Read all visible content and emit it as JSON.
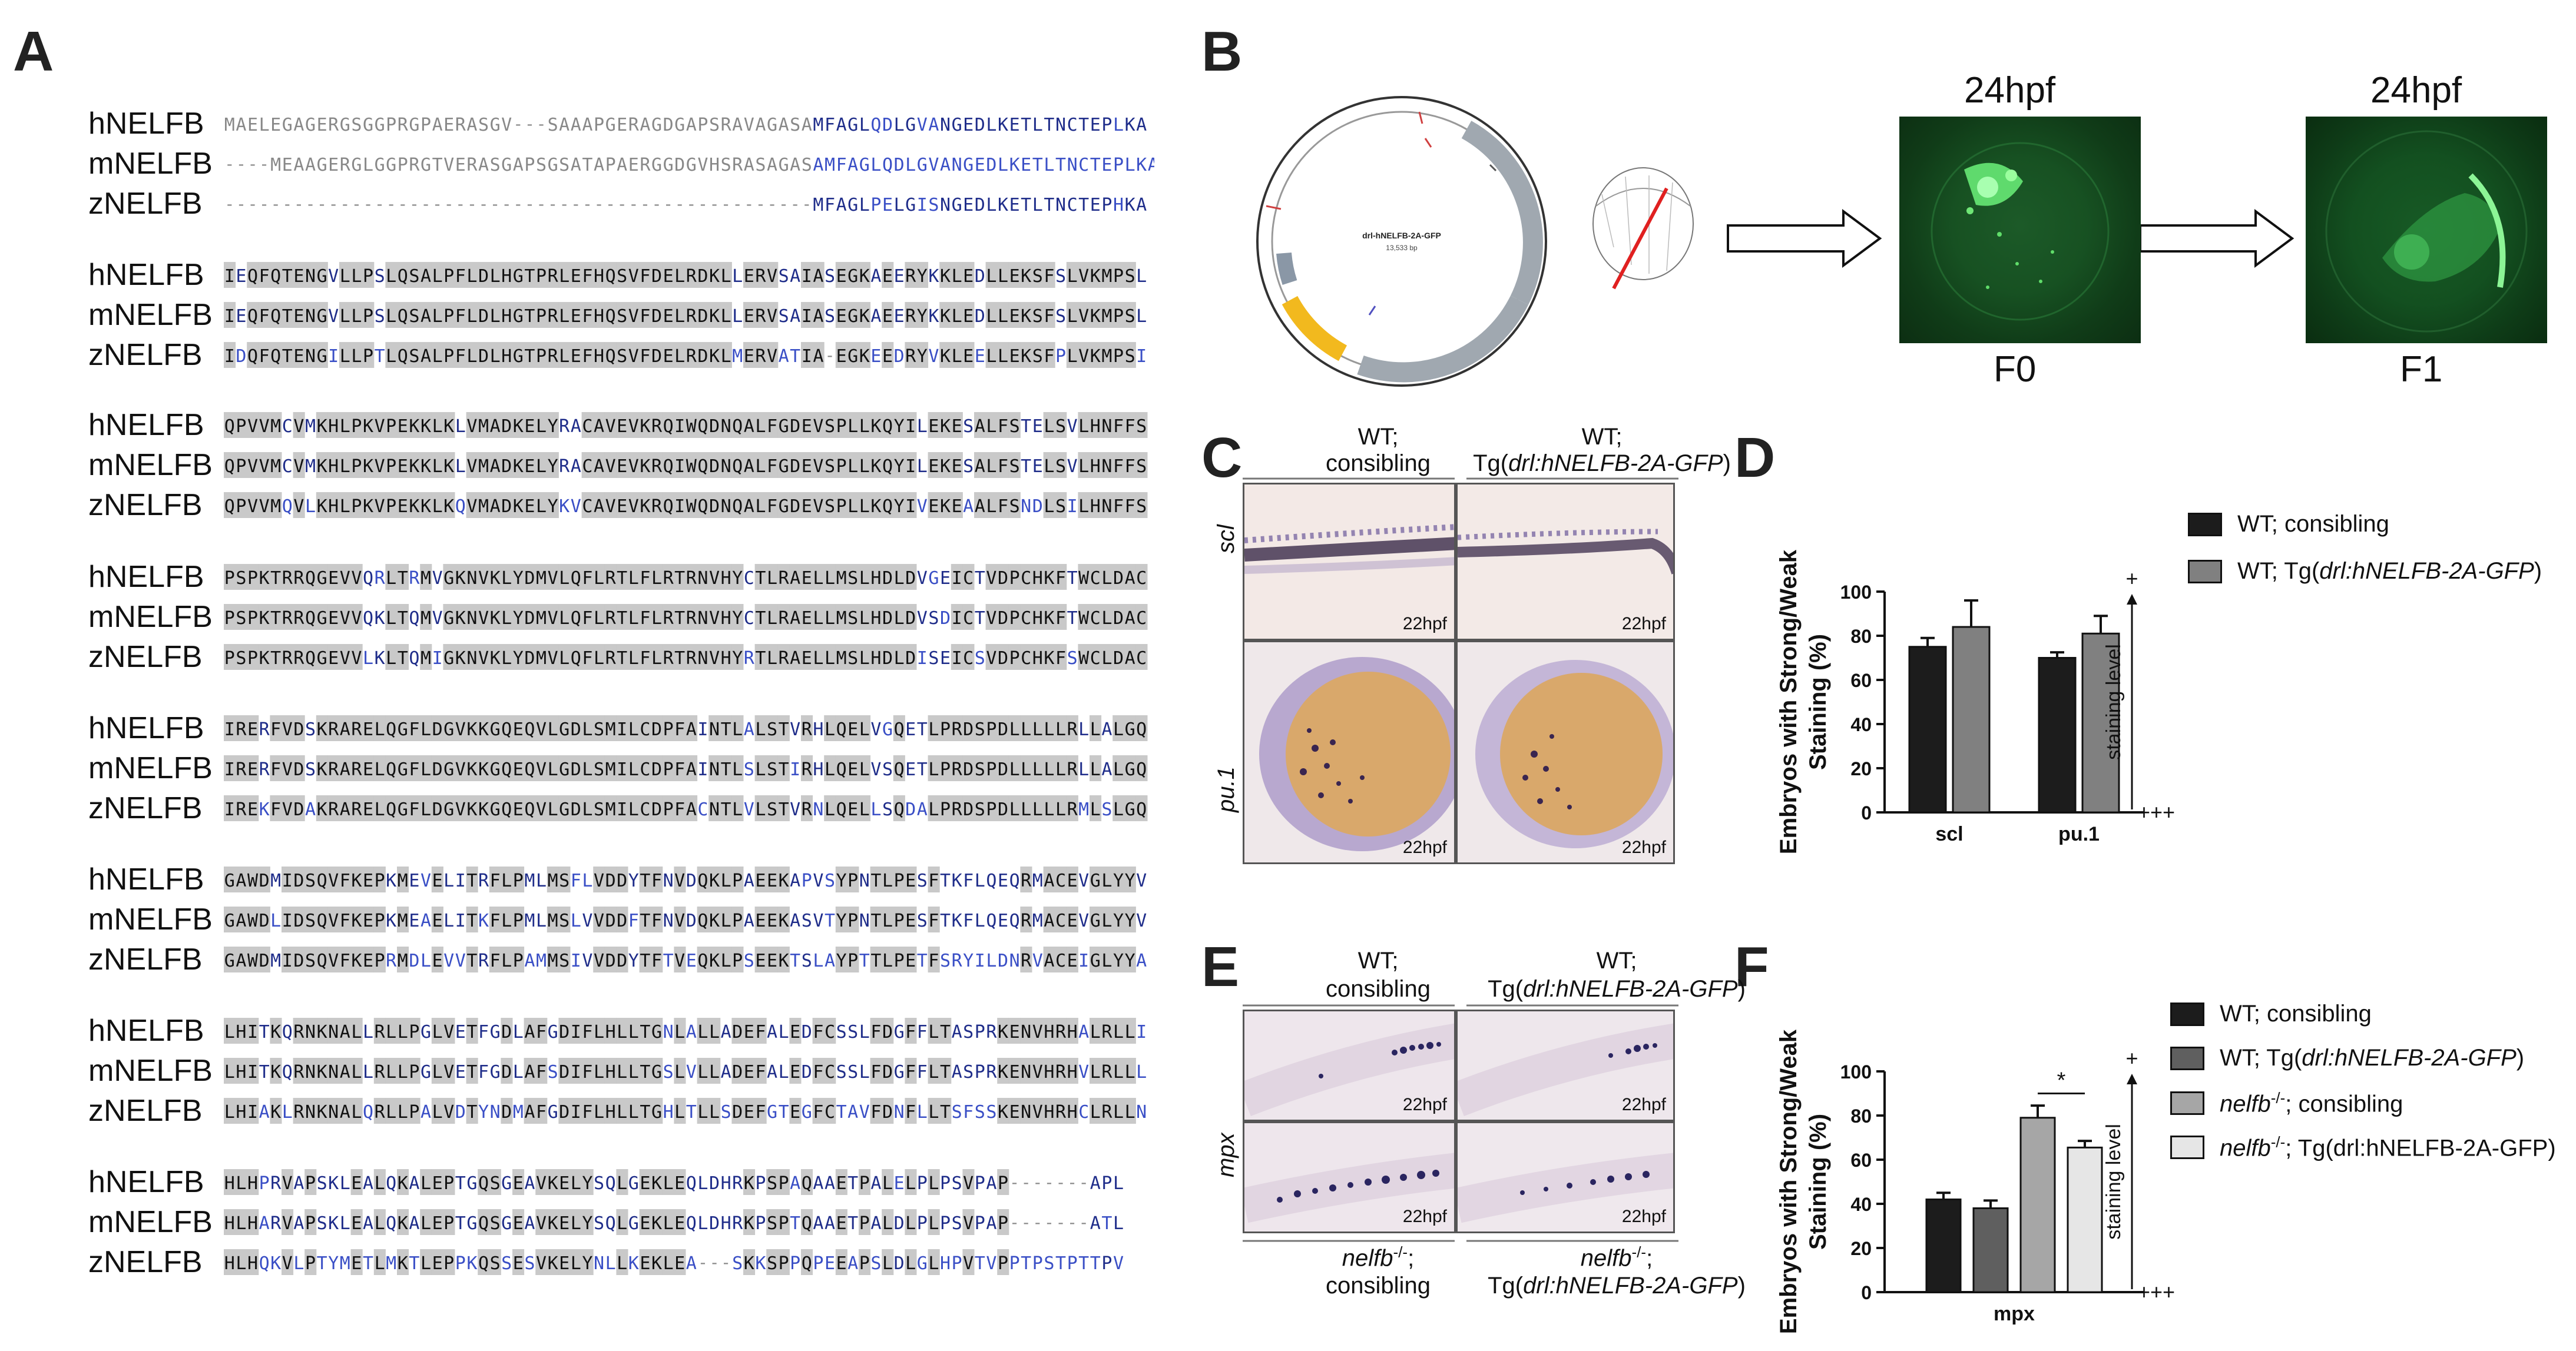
{
  "panels": {
    "a": "A",
    "b": "B",
    "c": "C",
    "d": "D",
    "e": "E",
    "f": "F"
  },
  "alignment": {
    "blocks": [
      {
        "rows": [
          {
            "name": "hNELFB",
            "seq": "MAELEGAGERGSGGPRGPAERASGV---SAAAPGERAGDGAPSRAVAGASAMFAGLQDLGVANGEDLKETLTNCTEPLKA"
          },
          {
            "name": "mNELFB",
            "seq": "----MEAAGERGLGGPRGTVERASGAPSGSATAPAERGGDGVHSRASAGASAMFAGLQDLGVANGEDLKETLTNCTEPLKA"
          },
          {
            "name": "zNELFB",
            "seq": "---------------------------------------------------MFAGLPELGISNGEDLKETLTNCTEPHKA"
          }
        ]
      },
      {
        "rows": [
          {
            "name": "hNELFB",
            "seq": "IEQFQTENGVLLPSLQSALPFLDLHGTPRLEFHQSVFDELRDKLLERVSAIASEGKAEERYKKLEDLLEKSFSLVKMPSL"
          },
          {
            "name": "mNELFB",
            "seq": "IEQFQTENGVLLPSLQSALPFLDLHGTPRLEFHQSVFDELRDKLLERVSAIASEGKAEERYKKLEDLLEKSFSLVKMPSL"
          },
          {
            "name": "zNELFB",
            "seq": "IDQFQTENGILLPTLQSALPFLDLHGTPRLEFHQSVFDELRDKLMERVATIA-EGKEEDRYVKLEELLEKSFPLVKMPSI"
          }
        ]
      },
      {
        "rows": [
          {
            "name": "hNELFB",
            "seq": "QPVVMCVMKHLPKVPEKKLKLVMADKELYRACAVEVKRQIWQDNQALFGDEVSPLLKQYILEKESALFSTELSVLHNFFS"
          },
          {
            "name": "mNELFB",
            "seq": "QPVVMCVMKHLPKVPEKKLKLVMADKELYRACAVEVKRQIWQDNQALFGDEVSPLLKQYILEKESALFSTELSVLHNFFS"
          },
          {
            "name": "zNELFB",
            "seq": "QPVVMQVLKHLPKVPEKKLKQVMADKELYKVCAVEVKRQIWQDNQALFGDEVSPLLKQYIVEKEAALFSNDLSILHNFFS"
          }
        ]
      },
      {
        "rows": [
          {
            "name": "hNELFB",
            "seq": "PSPKTRRQGEVVQRLTRMVGKNVKLYDMVLQFLRTLFLRTRNVHYCTLRAELLMSLHDLDVGEICTVDPCHKFTWCLDAC"
          },
          {
            "name": "mNELFB",
            "seq": "PSPKTRRQGEVVQKLTQMVGKNVKLYDMVLQFLRTLFLRTRNVHYCTLRAELLMSLHDLDVSDICTVDPCHKFTWCLDAC"
          },
          {
            "name": "zNELFB",
            "seq": "PSPKTRRQGEVVLKLTQMIGKNVKLYDMVLQFLRTLFLRTRNVHYRTLRAELLMSLHDLDISEICSVDPCHKFSWCLDAC"
          }
        ]
      },
      {
        "rows": [
          {
            "name": "hNELFB",
            "seq": "IRERFVDSKRARELQGFLDGVKKGQEQVLGDLSMILCDPFAINTLALSTVRHLQELVGQETLPRDSPDLLLLLRLLALGQ"
          },
          {
            "name": "mNELFB",
            "seq": "IRERFVDSKRARELQGFLDGVKKGQEQVLGDLSMILCDPFAINTLSLSTIRHLQELVSQETLPRDSPDLLLLLRLLALGQ"
          },
          {
            "name": "zNELFB",
            "seq": "IREKFVDAKRARELQGFLDGVKKGQEQVLGDLSMILCDPFACNTLVLSTVRNLQELLSQDALPRDSPDLLLLLRMLSLGQ"
          }
        ]
      },
      {
        "rows": [
          {
            "name": "hNELFB",
            "seq": "GAWDMIDSQVFKEPKMEVELITRFLPMLMSFLVDDYTFNVDQKLPAEEKAPVSYPNTLPESFTKFLQEQRMACEVGLYYV"
          },
          {
            "name": "mNELFB",
            "seq": "GAWDLIDSQVFKEPKMEAELITKFLPMLMSLVVDDFTFNVDQKLPAEEKASVTYPNTLPESFTKFLQEQRMACEVGLYYV"
          },
          {
            "name": "zNELFB",
            "seq": "GAWDMIDSQVFKEPRMDLEVVTRFLPAMMSIVVDDYTFTVEQKLPSEEKTSLAYPTTLPETFSRYILDNRVACEIGLYYA"
          }
        ]
      },
      {
        "rows": [
          {
            "name": "hNELFB",
            "seq": "LHITKQRNKNALLRLLPGLVETFGDLAFGDIFLHLLTGNLALLADEFALEDFCSSLFDGFFLTASPRKENVHRHALRLLI"
          },
          {
            "name": "mNELFB",
            "seq": "LHITKQRNKNALLRLLPGLVETFGDLAFSDIFLHLLTGSLVLLADEFALEDFCSSLFDGFFLTASPRKENVHRHVLRLLL"
          },
          {
            "name": "zNELFB",
            "seq": "LHIAKLRNKNALQRLLPALVDTYNDMAFGDIFLHLLTGHLTLLSDEFGTEGFCTAVFDNFLLTSFSSKENVHRHCLRLLN"
          }
        ]
      },
      {
        "rows": [
          {
            "name": "hNELFB",
            "seq": "HLHPRVAPSKLEALQKALEPTGQSGEAVKELYSQLGEKLEQLDHRKPSPAQAAETPALELPLPSVPAP-------APL"
          },
          {
            "name": "mNELFB",
            "seq": "HLHARVAPSKLEALQKALEPTGQSGEAVKELYSQLGEKLEQLDHRKPSPTQAAETPALDLPLPSVPAP-------ATL"
          },
          {
            "name": "zNELFB",
            "seq": "HLHQKVLPTYMETLMKTLEPPKQSSESVKELYNLLKEKLEA---SKKSPPQPEEAPSLDLGLHPVTVPPTPSTPTTPV"
          }
        ]
      }
    ]
  },
  "panel_b": {
    "plasmid_label": "drl-hNELFB-2A-GFP",
    "plasmid_size": "13,533 bp",
    "image_left_title": "24hpf",
    "image_right_title": "24hpf",
    "image_left_caption": "F0",
    "image_right_caption": "F1"
  },
  "panel_c": {
    "col1_line1": "WT;",
    "col1_line2": "consibling",
    "col2_line1": "WT;",
    "col2_line2_pre": "Tg(",
    "col2_line2_it": "drl:hNELFB-2A-GFP",
    "col2_line2_post": ")",
    "row1_label": "scl",
    "row2_label": "pu.1",
    "timestamp": "22hpf"
  },
  "panel_e": {
    "col1_line1": "WT;",
    "col1_line2": "consibling",
    "col2_line1": "WT;",
    "col2_line2_pre": "Tg(",
    "col2_line2_it": "drl:hNELFB-2A-GFP",
    "col2_line2_post": ")",
    "row_label": "mpx",
    "bottom_col1_it": "nelfb",
    "bottom_col1_sup": "-/-",
    "bottom_col1_post": ";",
    "bottom_col1_line2": "consibling",
    "bottom_col2_it": "nelfb",
    "bottom_col2_sup": "-/-",
    "bottom_col2_post": ";",
    "bottom_col2_line2_pre": "Tg(",
    "bottom_col2_line2_it": "drl:hNELFB-2A-GFP",
    "bottom_col2_line2_post": ")",
    "timestamp": "22hpf"
  },
  "chart_data": [
    {
      "type": "bar",
      "ylabel_line1": "Embryos with Strong/Weak",
      "ylabel_line2": "Staining (%)",
      "categories": [
        "scl",
        "pu.1"
      ],
      "ylim": [
        0,
        100
      ],
      "yticks": [
        "0",
        "20",
        "40",
        "60",
        "80",
        "100"
      ],
      "series": [
        {
          "name": "WT; consibling",
          "values": [
            75,
            70
          ],
          "errors": [
            4,
            2.5
          ],
          "color": "#1c1c1c"
        },
        {
          "name": "WT; Tg(drl:hNELFB-2A-GFP)",
          "values": [
            84,
            81
          ],
          "errors": [
            12,
            8
          ],
          "color": "#808080"
        }
      ],
      "legend": [
        {
          "plain": "WT; consibling",
          "pre": "",
          "it": "",
          "sup": "",
          "post": ""
        },
        {
          "plain": "",
          "pre": "WT; Tg(",
          "it": "drl:hNELFB-2A-GFP",
          "sup": "",
          "post": ")"
        }
      ],
      "scale_top": "+",
      "scale_bottom": "+++",
      "scale_label": "staining level"
    },
    {
      "type": "bar",
      "ylabel_line1": "Embryos with Strong/Weak",
      "ylabel_line2": "Staining (%)",
      "categories": [
        "mpx"
      ],
      "ylim": [
        0,
        100
      ],
      "yticks": [
        "0",
        "20",
        "40",
        "60",
        "80",
        "100"
      ],
      "series": [
        {
          "name": "WT; consibling",
          "values": [
            42
          ],
          "errors": [
            3
          ],
          "color": "#1c1c1c"
        },
        {
          "name": "WT; Tg(drl:hNELFB-2A-GFP)",
          "values": [
            38
          ],
          "errors": [
            3.5
          ],
          "color": "#5f5f5f"
        },
        {
          "name": "nelfb-/-; consibling",
          "values": [
            79
          ],
          "errors": [
            5.5
          ],
          "color": "#a6a6a6"
        },
        {
          "name": "nelfb-/-; Tg(drl:hNELFB-2A-GFP)",
          "values": [
            65.5
          ],
          "errors": [
            3
          ],
          "color": "#e6e6e6"
        }
      ],
      "legend": [
        {
          "plain": "WT; consibling",
          "pre": "",
          "it": "",
          "sup": "",
          "post": ""
        },
        {
          "plain": "",
          "pre": "WT; Tg(",
          "it": "drl:hNELFB-2A-GFP",
          "sup": "",
          "post": ")"
        },
        {
          "plain": "",
          "pre": "",
          "it": "nelfb",
          "sup": "-/-",
          "post": "; consibling"
        },
        {
          "plain": "",
          "pre": "",
          "it": "nelfb",
          "sup": "-/-",
          "post": "; Tg(drl:hNELFB-2A-GFP)"
        }
      ],
      "significance": "*",
      "scale_top": "+",
      "scale_bottom": "+++",
      "scale_label": "staining level"
    }
  ]
}
